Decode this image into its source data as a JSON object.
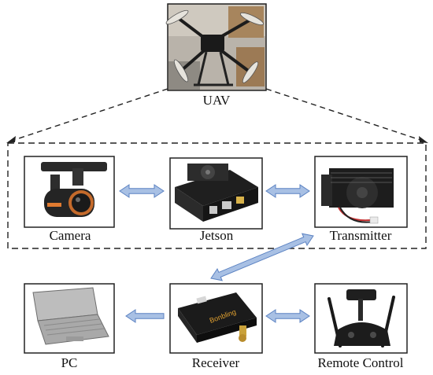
{
  "diagram": {
    "nodes": {
      "uav": {
        "label": "UAV"
      },
      "camera": {
        "label": "Camera"
      },
      "jetson": {
        "label": "Jetson"
      },
      "transmitter": {
        "label": "Transmitter"
      },
      "pc": {
        "label": "PC"
      },
      "receiver": {
        "label": "Receiver"
      },
      "remote_control": {
        "label": "Remote Control"
      }
    },
    "receiver_brand_text": "Bonbling",
    "colors": {
      "arrow_fill": "#a8c0e4",
      "arrow_stroke": "#5b82c2",
      "frame_stroke": "#222222",
      "dash_stroke": "#222222"
    }
  }
}
